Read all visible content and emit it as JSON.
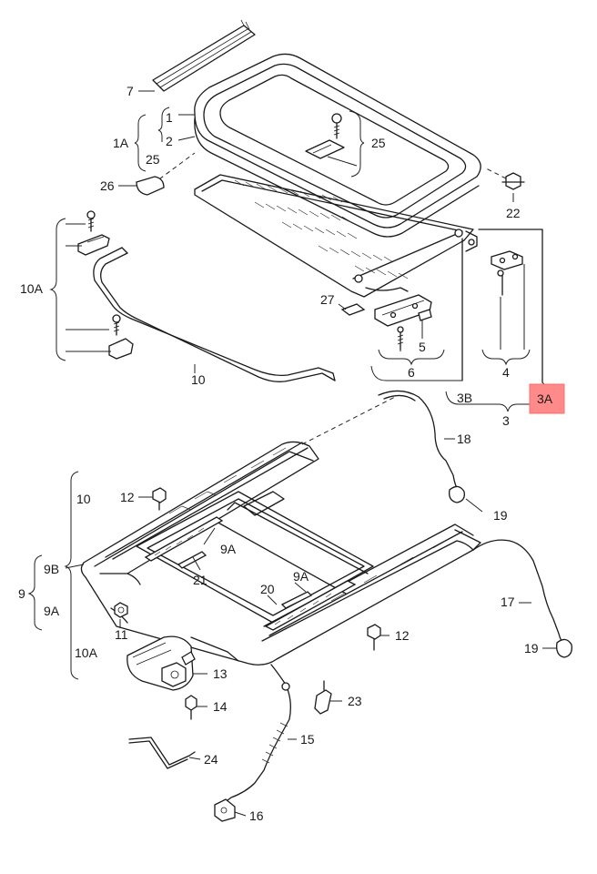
{
  "highlight_color": "#ff8a8a",
  "labels": {
    "p7": "7",
    "p1A": "1A",
    "p1": "1",
    "p2": "2",
    "p25a": "25",
    "p25b": "25",
    "p26": "26",
    "p22": "22",
    "p10A_top": "10A",
    "p10_top": "10",
    "p27": "27",
    "p5": "5",
    "p6": "6",
    "p4": "4",
    "p3B": "3B",
    "p3": "3",
    "p3A": "3A",
    "p18": "18",
    "p19a": "19",
    "p12a": "12",
    "p10_mid": "10",
    "p9B": "9B",
    "p9": "9",
    "p9A_left": "9A",
    "p9A_a": "9A",
    "p21": "21",
    "p20": "20",
    "p9A_b": "9A",
    "p17": "17",
    "p19b": "19",
    "p11": "11",
    "p10A_bot": "10A",
    "p12b": "12",
    "p13": "13",
    "p14": "14",
    "p23": "23",
    "p15": "15",
    "p24": "24",
    "p16": "16"
  }
}
